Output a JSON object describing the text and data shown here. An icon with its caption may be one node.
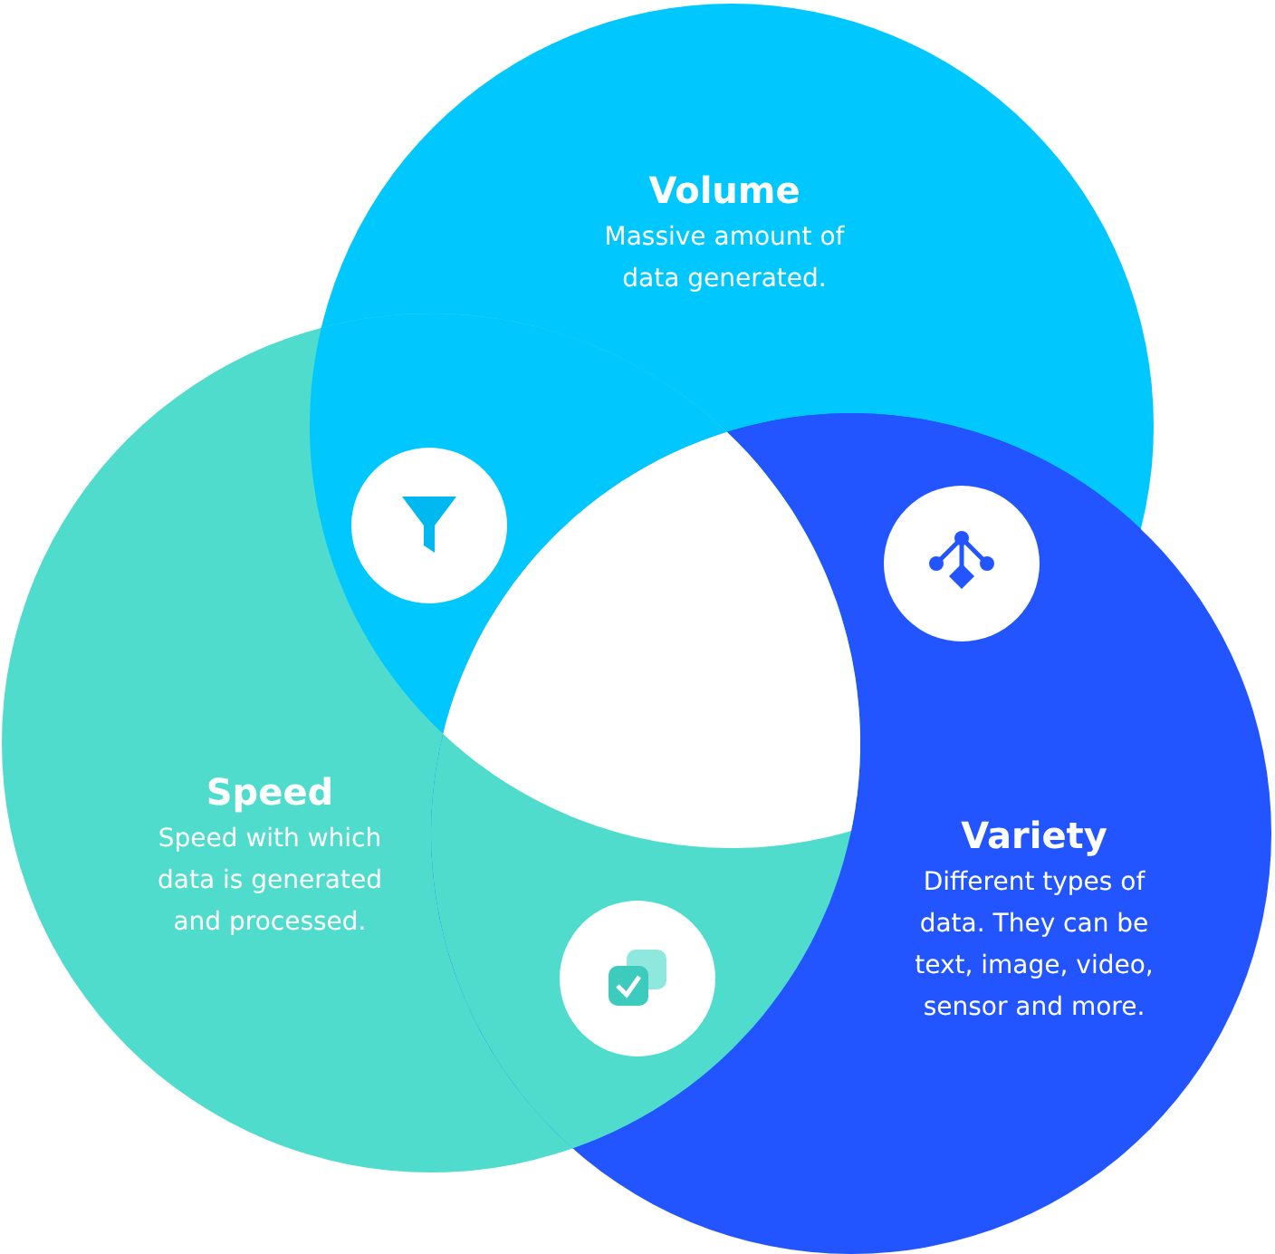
{
  "diagram": {
    "nodes": [
      {
        "text": [
          "Volume",
          "Massive amount of data generated."
        ]
      },
      {
        "text": [
          "Speed",
          "Speed with which data is generated and processed."
        ]
      },
      {
        "text": [
          "Variety",
          "Different types of data. They can be text, image, video, sensor and more."
        ]
      }
    ]
  }
}
